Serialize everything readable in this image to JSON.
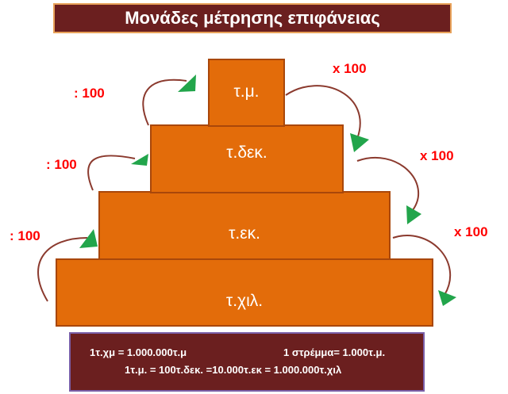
{
  "title": "Μονάδες μέτρησης επιφάνειας",
  "units": {
    "tm": "τ.μ.",
    "tdek": "τ.δεκ.",
    "tek": "τ.εκ.",
    "txil": "τ.χιλ."
  },
  "conversions": {
    "divide_label_top": ": 100",
    "divide_label_mid": ": 100",
    "divide_label_bottom": ": 100",
    "multiply_label_top": "x 100",
    "multiply_label_mid": "x 100",
    "multiply_label_bottom": "x 100"
  },
  "footer": {
    "line1_left": "1τ.χμ = 1.000.000τ.μ",
    "line1_right": "1 στρέμμα= 1.000τ.μ.",
    "line2": "1τ.μ. = 100τ.δεκ. =10.000τ.εκ = 1.000.000τ.χιλ"
  },
  "colors": {
    "header_bg": "#6b1f1f",
    "step_fill": "#e36c0a",
    "arrow_stroke": "#8b3a2e",
    "arrow_head": "#22a54b",
    "label_text": "#ff0000"
  }
}
